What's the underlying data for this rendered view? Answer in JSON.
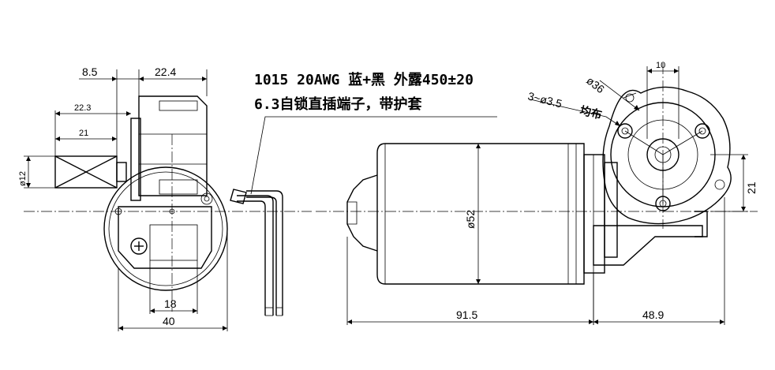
{
  "note": {
    "line1": "1015 20AWG 蓝+黑 外露450±20",
    "line2": "6.3自锁直插端子，带护套"
  },
  "dims": {
    "d8_5": "8.5",
    "d22_4": "22.4",
    "d22_3": "22.3",
    "d21_left": "21",
    "d12": "ø12",
    "d18": "18",
    "d40": "40",
    "d52": "ø52",
    "d91_5": "91.5",
    "d48_9": "48.9",
    "d10": "10",
    "d36": "ø36",
    "d3holes": "3~ø3.5",
    "d3holes_cn": "均布",
    "d21_right": "21"
  }
}
